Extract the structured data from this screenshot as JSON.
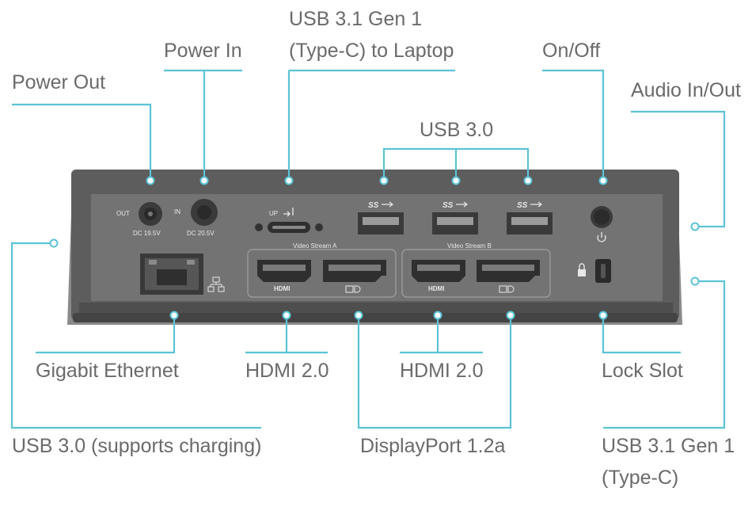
{
  "callouts": {
    "power_out": "Power Out",
    "power_in": "Power In",
    "usb31_to_laptop_line1": "USB 3.1 Gen 1",
    "usb31_to_laptop_line2": "(Type-C) to Laptop",
    "on_off": "On/Off",
    "audio": "Audio In/Out",
    "usb30": "USB 3.0",
    "gigabit_ethernet": "Gigabit Ethernet",
    "hdmi_a": "HDMI 2.0",
    "hdmi_b": "HDMI 2.0",
    "lock_slot": "Lock Slot",
    "usb30_charging": "USB 3.0 (supports charging)",
    "displayport": "DisplayPort 1.2a",
    "usb31_typec_line1": "USB 3.1 Gen 1",
    "usb31_typec_line2": "(Type-C)"
  },
  "device_print": {
    "out": "OUT",
    "in": "IN",
    "dc_out": "DC 19.5V",
    "dc_in": "DC 20.5V",
    "up": "UP",
    "video_stream_a": "Video Stream A",
    "video_stream_b": "Video Stream B",
    "hdmi": "HDMI",
    "ss": "SS"
  },
  "colors": {
    "leader": "#5cc3d6",
    "body": "#5d5d5d",
    "face": "#737373",
    "label": "#6a6a6a"
  }
}
